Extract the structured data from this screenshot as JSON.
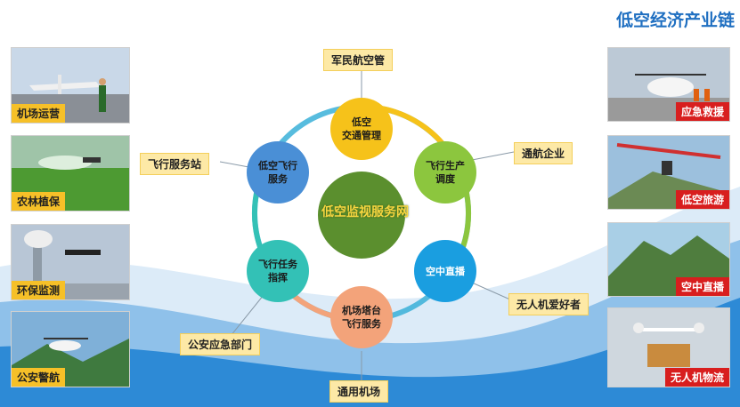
{
  "title": "低空经济产业链",
  "center": {
    "label": "低空监视服务网"
  },
  "nodes": [
    {
      "id": "traffic",
      "label": "低空\n交通管理",
      "color": "#f6c21a"
    },
    {
      "id": "dispatch",
      "label": "飞行生产\n调度",
      "color": "#8cc63e"
    },
    {
      "id": "broadcast",
      "label": "空中直播",
      "color": "#1a9ee0"
    },
    {
      "id": "tower",
      "label": "机场塔台\n飞行服务",
      "color": "#f3a37a"
    },
    {
      "id": "command",
      "label": "飞行任务\n指挥",
      "color": "#33c1b6"
    },
    {
      "id": "service",
      "label": "低空飞行\n服务",
      "color": "#4a8fd6"
    }
  ],
  "tags": {
    "military": "军民航空管",
    "general_aviation": "通航企业",
    "enthusiasts": "无人机爱好者",
    "airport": "通用机场",
    "police_dept": "公安应急部门",
    "service_station": "飞行服务站"
  },
  "left_photos": [
    {
      "label": "机场运营"
    },
    {
      "label": "农林植保"
    },
    {
      "label": "环保监测"
    },
    {
      "label": "公安警航"
    }
  ],
  "right_photos": [
    {
      "label": "应急救援"
    },
    {
      "label": "低空旅游"
    },
    {
      "label": "空中直播"
    },
    {
      "label": "无人机物流"
    }
  ]
}
